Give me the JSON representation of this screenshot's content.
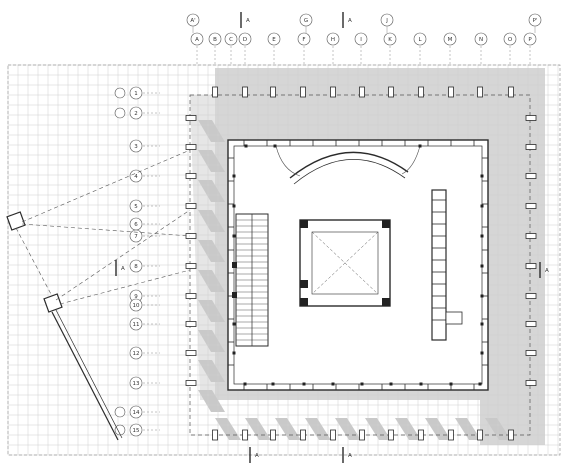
{
  "grid_columns_top": [
    "A",
    "B",
    "C",
    "D",
    "E",
    "F",
    "H",
    "I",
    "K",
    "L",
    "M",
    "N",
    "O",
    "P"
  ],
  "grid_columns_upper": [
    "A'",
    "G",
    "J",
    "P'"
  ],
  "grid_rows_left": [
    "1",
    "2",
    "3",
    "4",
    "5",
    "6",
    "7",
    "8",
    "9",
    "10",
    "11",
    "12",
    "13",
    "14",
    "15"
  ],
  "section_tags": [
    "A",
    "A",
    "A",
    "A",
    "A",
    "A"
  ],
  "colors": {
    "background": "#ffffff",
    "grid": "#cfcfcf",
    "shadow": "#d6d6d6",
    "walls": "#2b2b2b",
    "lines": "#555555"
  }
}
